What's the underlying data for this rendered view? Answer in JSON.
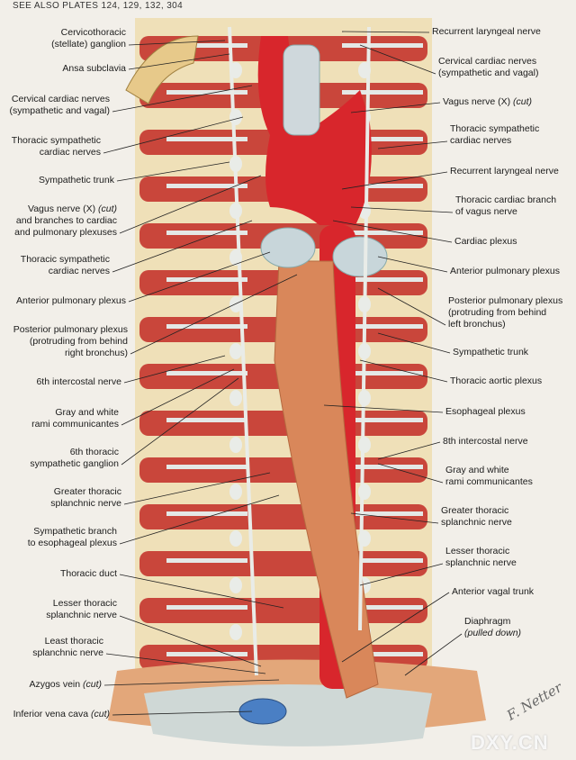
{
  "header": "SEE ALSO PLATES 124, 129, 132, 304",
  "watermark": "DXY.CN",
  "signature": "F. Netter",
  "colors": {
    "artery": "#d8262c",
    "esophagus": "#d9875a",
    "rib": "#c9463b",
    "bone": "#efe0b8",
    "nerve": "#e9ece8",
    "background": "#f2efe9"
  },
  "left_labels": [
    {
      "lines": [
        {
          "t": "Cervicothoracic"
        },
        {
          "t": "(stellate) ganglion"
        }
      ]
    },
    {
      "lines": [
        {
          "t": "Ansa subclavia"
        }
      ]
    },
    {
      "lines": [
        {
          "t": "Cervical cardiac nerves"
        },
        {
          "t": "(sympathetic and vagal)"
        }
      ]
    },
    {
      "lines": [
        {
          "t": "Thoracic sympathetic"
        },
        {
          "t": "cardiac nerves"
        }
      ]
    },
    {
      "lines": [
        {
          "t": "Sympathetic trunk"
        }
      ]
    },
    {
      "lines": [
        {
          "t": "Vagus nerve (X) ",
          "i": "(cut)"
        },
        {
          "t": "and branches to cardiac"
        },
        {
          "t": "and pulmonary plexuses"
        }
      ]
    },
    {
      "lines": [
        {
          "t": "Thoracic sympathetic"
        },
        {
          "t": "cardiac nerves"
        }
      ]
    },
    {
      "lines": [
        {
          "t": "Anterior pulmonary plexus"
        }
      ]
    },
    {
      "lines": [
        {
          "t": "Posterior pulmonary plexus"
        },
        {
          "t": "(protruding from behind"
        },
        {
          "t": "right bronchus)"
        }
      ]
    },
    {
      "lines": [
        {
          "t": "6th intercostal nerve"
        }
      ]
    },
    {
      "lines": [
        {
          "t": "Gray and white"
        },
        {
          "t": "rami communicantes"
        }
      ]
    },
    {
      "lines": [
        {
          "t": "6th thoracic"
        },
        {
          "t": "sympathetic ganglion"
        }
      ]
    },
    {
      "lines": [
        {
          "t": "Greater thoracic"
        },
        {
          "t": "splanchnic nerve"
        }
      ]
    },
    {
      "lines": [
        {
          "t": "Sympathetic branch"
        },
        {
          "t": "to esophageal plexus"
        }
      ]
    },
    {
      "lines": [
        {
          "t": "Thoracic duct"
        }
      ]
    },
    {
      "lines": [
        {
          "t": "Lesser thoracic"
        },
        {
          "t": "splanchnic nerve"
        }
      ]
    },
    {
      "lines": [
        {
          "t": "Least thoracic"
        },
        {
          "t": "splanchnic nerve"
        }
      ]
    },
    {
      "lines": [
        {
          "t": "Azygos vein ",
          "i": "(cut)"
        }
      ]
    },
    {
      "lines": [
        {
          "t": "Inferior vena cava ",
          "i": "(cut)"
        }
      ]
    }
  ],
  "right_labels": [
    {
      "lines": [
        {
          "t": "Recurrent laryngeal nerve"
        }
      ]
    },
    {
      "lines": [
        {
          "t": "Cervical cardiac nerves"
        },
        {
          "t": "(sympathetic and vagal)"
        }
      ]
    },
    {
      "lines": [
        {
          "t": "Vagus nerve (X) ",
          "i": "(cut)"
        }
      ]
    },
    {
      "lines": [
        {
          "t": "Thoracic sympathetic"
        },
        {
          "t": "cardiac nerves"
        }
      ]
    },
    {
      "lines": [
        {
          "t": "Recurrent laryngeal nerve"
        }
      ]
    },
    {
      "lines": [
        {
          "t": "Thoracic cardiac branch"
        },
        {
          "t": "of vagus nerve"
        }
      ]
    },
    {
      "lines": [
        {
          "t": "Cardiac plexus"
        }
      ]
    },
    {
      "lines": [
        {
          "t": "Anterior pulmonary plexus"
        }
      ]
    },
    {
      "lines": [
        {
          "t": "Posterior pulmonary plexus"
        },
        {
          "t": "(protruding from behind"
        },
        {
          "t": "left bronchus)"
        }
      ]
    },
    {
      "lines": [
        {
          "t": "Sympathetic trunk"
        }
      ]
    },
    {
      "lines": [
        {
          "t": "Thoracic aortic plexus"
        }
      ]
    },
    {
      "lines": [
        {
          "t": "Esophageal plexus"
        }
      ]
    },
    {
      "lines": [
        {
          "t": "8th intercostal nerve"
        }
      ]
    },
    {
      "lines": [
        {
          "t": "Gray and white"
        },
        {
          "t": "rami communicantes"
        }
      ]
    },
    {
      "lines": [
        {
          "t": "Greater thoracic"
        },
        {
          "t": "splanchnic nerve"
        }
      ]
    },
    {
      "lines": [
        {
          "t": "Lesser thoracic"
        },
        {
          "t": "splanchnic nerve"
        }
      ]
    },
    {
      "lines": [
        {
          "t": "Anterior vagal trunk"
        }
      ]
    },
    {
      "lines": [
        {
          "t": "Diaphragm"
        },
        {
          "t": "",
          "i": "(pulled down)"
        }
      ]
    }
  ]
}
